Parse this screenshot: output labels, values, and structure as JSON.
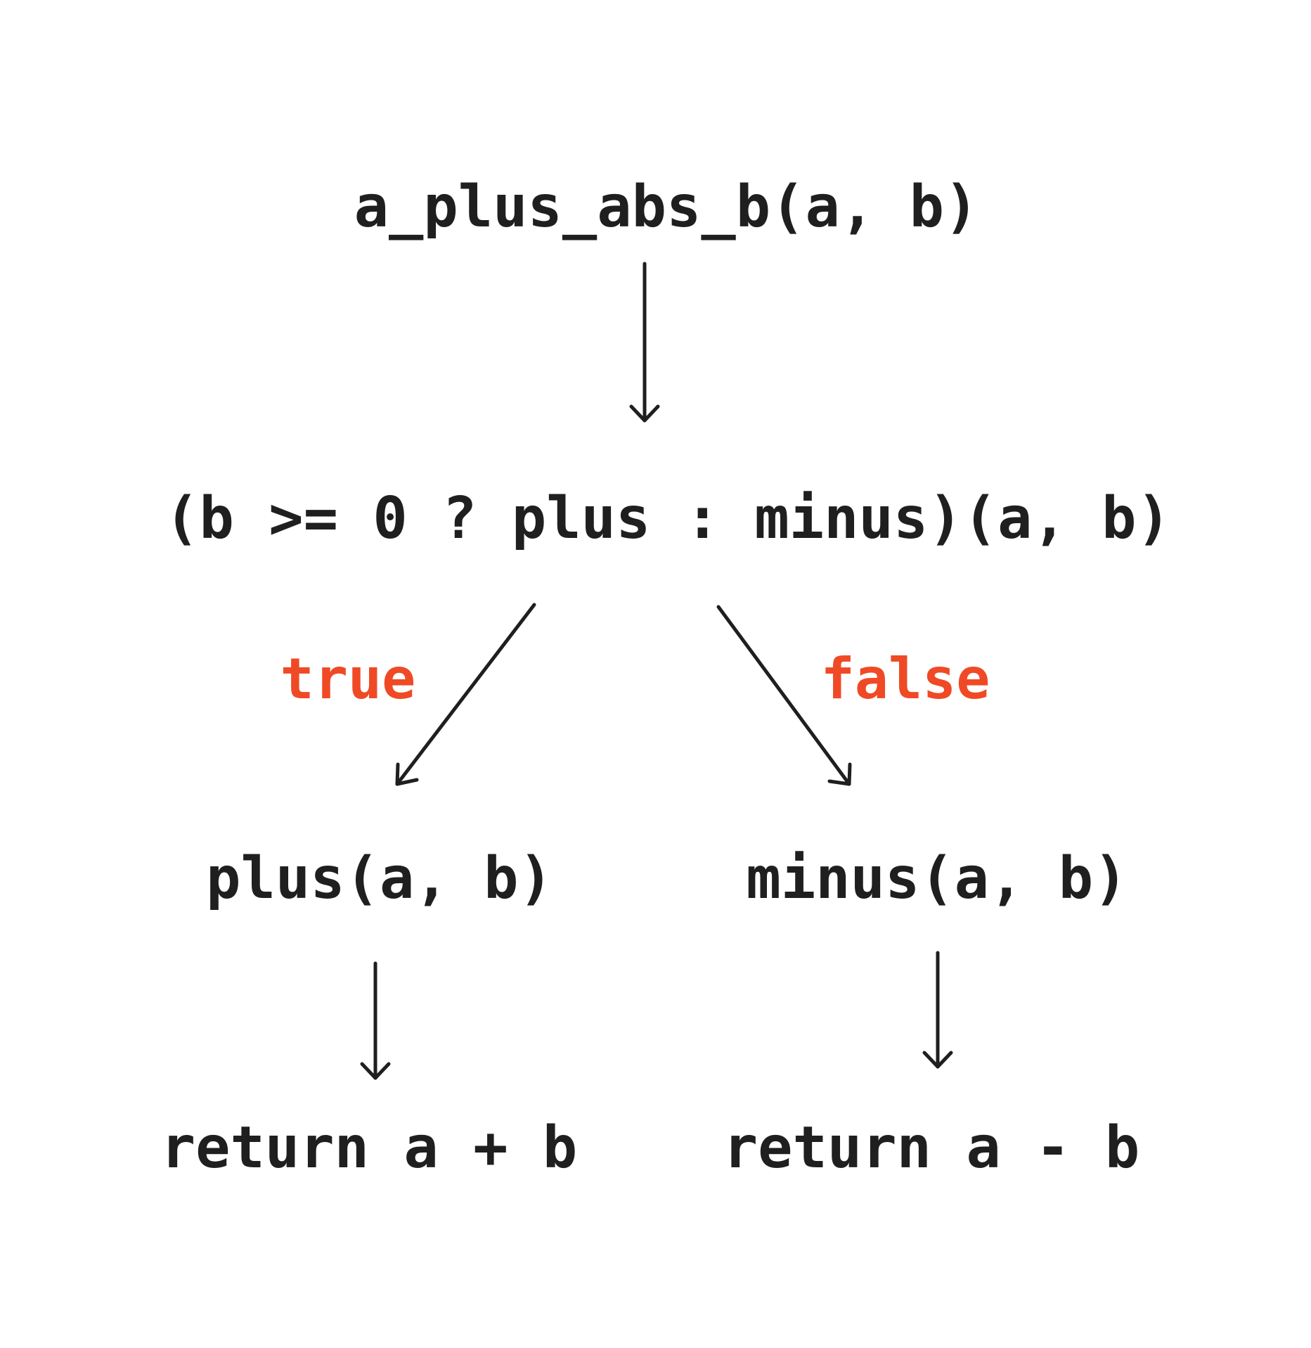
{
  "colors": {
    "text": "#1f1f1f",
    "branch": "#ef4a25",
    "background": "#ffffff"
  },
  "nodes": {
    "root": "a_plus_abs_b(a, b)",
    "condition": "(b >= 0 ? plus : minus)(a, b)",
    "plus_call": "plus(a, b)",
    "minus_call": "minus(a, b)",
    "plus_return": "return a + b",
    "minus_return": "return a - b"
  },
  "branches": {
    "true_label": "true",
    "false_label": "false"
  }
}
